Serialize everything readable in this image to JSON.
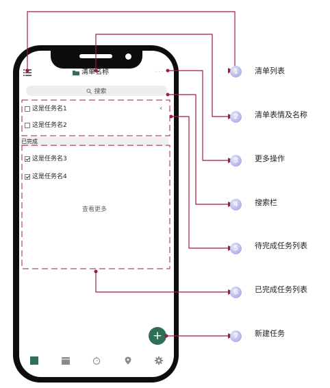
{
  "screen": {
    "list_name": "清单名称",
    "more_dots": "···",
    "search_placeholder": "搜索",
    "pending_tasks": [
      {
        "label": "这是任务名1",
        "checked": false
      },
      {
        "label": "这是任务名2",
        "checked": false
      }
    ],
    "collapse_glyph": "‹",
    "completed_header": "已完成",
    "completed_tasks": [
      {
        "label": "这是任务名3",
        "checked": true
      },
      {
        "label": "这是任务名4",
        "checked": true
      }
    ],
    "view_more": "查看更多",
    "fab_glyph": "+"
  },
  "annotations": [
    {
      "num": "1",
      "label": "清单列表"
    },
    {
      "num": "2",
      "label": "清单表情及名称"
    },
    {
      "num": "3",
      "label": "更多操作"
    },
    {
      "num": "4",
      "label": "搜索栏"
    },
    {
      "num": "5",
      "label": "待完成任务列表"
    },
    {
      "num": "6",
      "label": "已完成任务列表"
    },
    {
      "num": "7",
      "label": "新建任务"
    }
  ],
  "colors": {
    "accent": "#2f6f56",
    "annotation_line": "#a31a3a",
    "nav_icon": "#8a8a8a",
    "folder": "#2f6f56"
  },
  "icons": [
    "menu-icon",
    "folder-icon",
    "search-icon",
    "checkbox-icon",
    "plus-icon",
    "calendar-icon",
    "timer-icon",
    "location-icon",
    "gear-icon",
    "grid-icon"
  ]
}
